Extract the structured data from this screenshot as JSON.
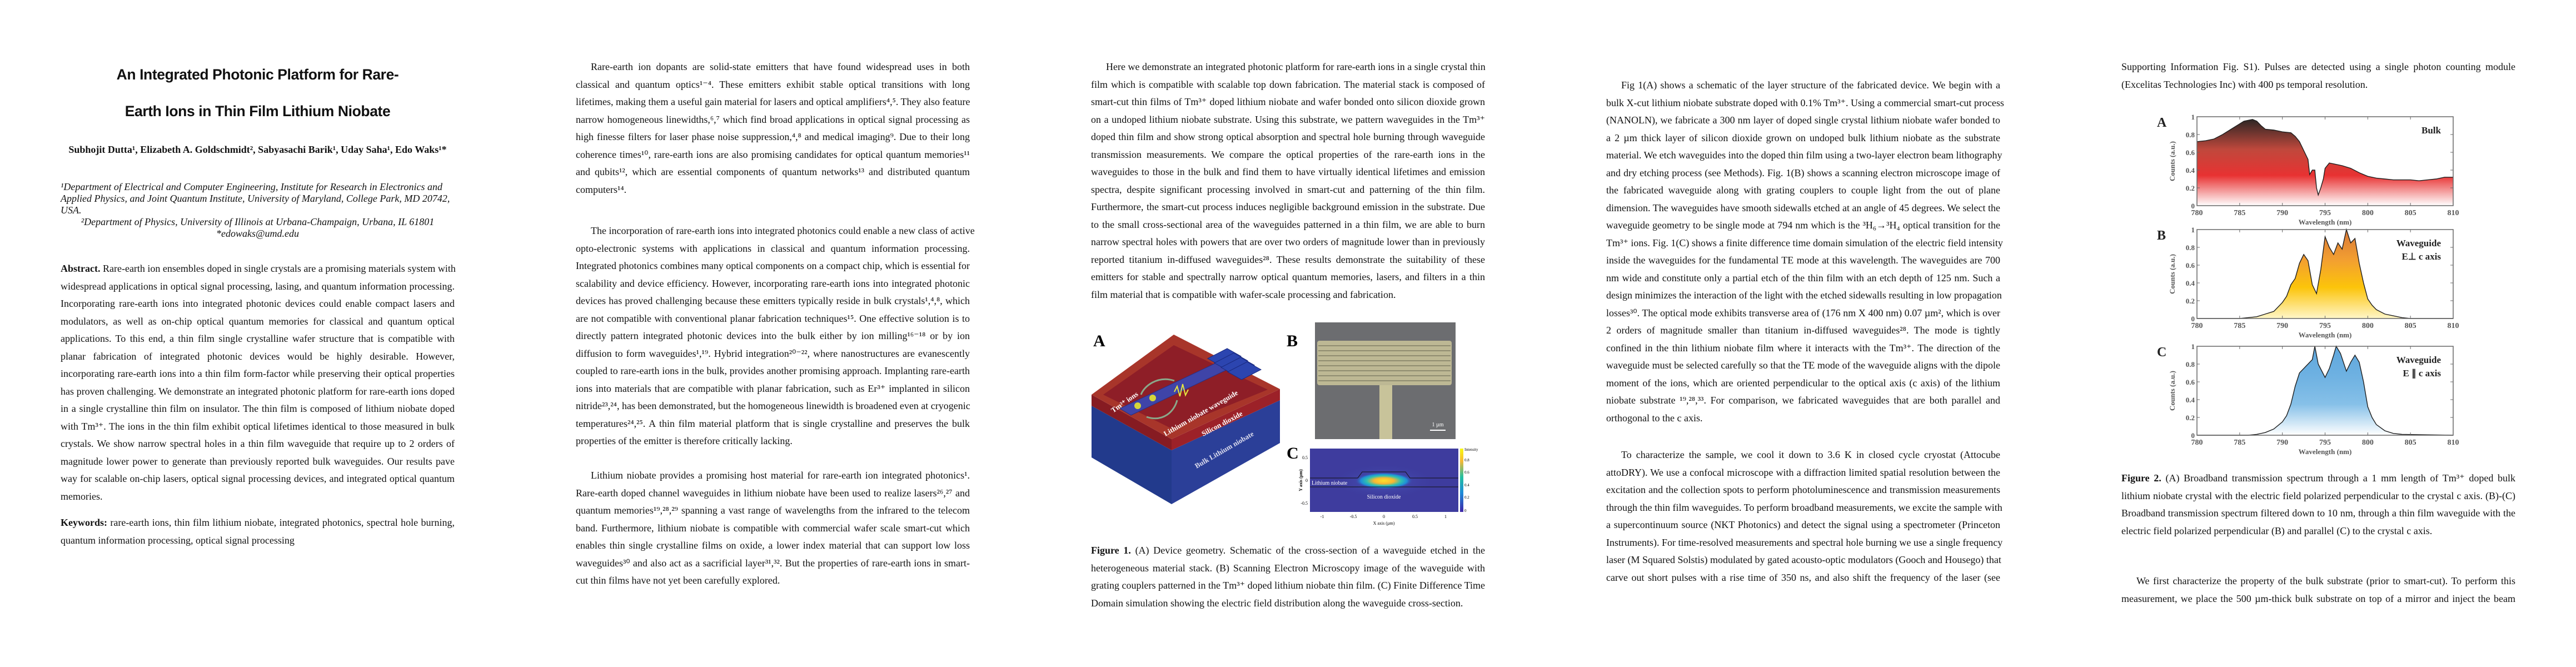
{
  "p1": {
    "title_lines": [
      "An Integrated Photonic Platform for Rare-",
      "Earth Ions in Thin Film Lithium Niobate"
    ],
    "authors": "Subhojit Dutta¹, Elizabeth A. Goldschmidt², Sabyasachi Barik¹, Uday Saha¹, Edo Waks¹*",
    "affiliation_1_lines": [
      "¹Department of Electrical and Computer Engineering, Institute for Research in Electronics and",
      "Applied Physics, and Joint Quantum Institute, University of Maryland, College Park, MD 20742,",
      "USA."
    ],
    "affiliation_2": "²Department of Physics, University of Illinois at Urbana-Champaign, Urbana, IL 61801",
    "email": "*edowaks@umd.edu",
    "abstract": {
      "label": "Abstract.",
      "lines": [
        "Rare-earth ion ensembles doped in single crystals are a promising materials system with",
        "widespread applications in optical signal processing, lasing, and quantum information processing.",
        "Incorporating rare-earth ions into integrated photonic devices could enable compact lasers and",
        "modulators, as well as on-chip optical quantum memories for classical and quantum optical",
        "applications. To this end, a thin film single crystalline wafer structure that is compatible with",
        "planar fabrication of integrated photonic devices would be highly desirable. However,",
        "incorporating rare-earth ions into a thin film form-factor while preserving their optical properties",
        "has proven challenging. We demonstrate an integrated photonic platform for rare-earth ions doped",
        "in a single crystalline thin film on insulator. The thin film is composed of lithium niobate doped",
        "with Tm³⁺. The ions in the thin film exhibit optical lifetimes identical to those measured in bulk",
        "crystals. We show narrow spectral holes in a thin film waveguide that require up to 2 orders of",
        "magnitude lower power to generate than previously reported bulk waveguides. Our results pave",
        "way for scalable on-chip lasers, optical signal processing devices, and integrated optical quantum",
        "memories."
      ]
    },
    "keywords": {
      "label": "Keywords:",
      "lines": [
        "rare-earth ions, thin film lithium niobate, integrated photonics, spectral hole burning,",
        "quantum information processing, optical signal processing"
      ]
    }
  },
  "p2": {
    "paragraphs": [
      [
        "Rare-earth ion dopants are solid-state emitters that have found widespread uses in both",
        "classical and quantum optics¹⁻⁴.  These emitters exhibit stable optical transitions with long",
        "lifetimes, making them a useful gain material for lasers and optical amplifiers⁴,⁵. They also feature",
        "narrow homogeneous linewidths,⁶,⁷ which find broad applications in optical signal processing as",
        "high finesse filters for laser phase noise suppression,⁴,⁸ and medical imaging⁹. Due to their long",
        "coherence times¹⁰, rare-earth ions are also promising candidates for optical quantum memories¹¹",
        "and qubits¹², which are essential components of quantum networks¹³ and distributed quantum",
        "computers¹⁴."
      ],
      [
        "The incorporation of rare-earth ions into integrated photonics could enable a new class of active",
        "opto-electronic systems with applications in classical and quantum information processing.",
        "Integrated photonics combines many optical components on a compact chip, which is essential for",
        "scalability and device efficiency.  However, incorporating rare-earth ions into integrated photonic",
        "devices has proved challenging because these emitters typically reside in bulk crystals¹,⁴,⁸, which",
        "are not compatible with conventional planar fabrication techniques¹⁵. One effective solution is to",
        "directly pattern integrated photonic devices into the bulk either by ion milling¹⁶⁻¹⁸ or by ion",
        "diffusion to form waveguides¹,¹⁹.  Hybrid integration²⁰⁻²²,  where nanostructures are evanescently",
        "coupled to rare-earth ions in the bulk, provides another promising approach. Implanting rare-earth",
        "ions into materials that are compatible with planar fabrication, such as Er³⁺ implanted in silicon",
        "nitride²³,²⁴, has been demonstrated, but the homogeneous linewidth is broadened even at cryogenic",
        "temperatures²⁴,²⁵. A thin film material platform that is single crystalline and preserves the bulk",
        "properties of the emitter is therefore critically lacking."
      ],
      [
        "Lithium niobate provides a promising host material for rare-earth ion integrated photonics¹.",
        "Rare-earth doped channel waveguides in lithium niobate have been used to realize lasers²⁶,²⁷ and",
        "quantum memories¹⁹,²⁸,²⁹ spanning a vast range of wavelengths from the infrared to the telecom",
        "band. Furthermore, lithium niobate is compatible with commercial wafer scale smart-cut which",
        "enables thin single crystalline films on oxide, a lower index material that can support low loss",
        "waveguides³⁰ and also act as a sacrificial layer³¹,³².  But the properties of rare-earth ions in smart-",
        "cut thin films have not yet been carefully explored."
      ]
    ]
  },
  "p3": {
    "paragraph": [
      "Here we demonstrate an integrated photonic platform for rare-earth ions in a single crystal thin",
      "film which is compatible with scalable top down fabrication. The material stack is composed of",
      "smart-cut thin films of Tm³⁺ doped lithium niobate and wafer bonded onto silicon dioxide grown",
      "on a undoped lithium niobate substrate.  Using this substrate, we pattern waveguides in the Tm³⁺",
      "doped thin film and show strong optical absorption and spectral hole burning through waveguide",
      "transmission measurements. We compare the optical properties of the rare-earth ions in the",
      "waveguides to those in the bulk and find them to have virtually identical lifetimes and emission",
      "spectra, despite significant processing involved in smart-cut and patterning of the thin film.",
      "Furthermore, the smart-cut process induces negligible background emission in the substrate. Due",
      "to the small cross-sectional area of the waveguides patterned in a thin film, we are able to burn",
      "narrow spectral holes with powers that are over two orders of magnitude lower than in previously",
      "reported titanium in-diffused waveguides²⁸.   These results demonstrate the suitability of these",
      "emitters for stable and spectrally narrow optical quantum memories, lasers, and filters in a thin",
      "film material that is compatible with wafer-scale processing and fabrication."
    ],
    "figure1": {
      "panel_a": "A",
      "panel_b": "B",
      "panel_c": "C",
      "label_tm_ions": "Tm³⁺ ions",
      "label_waveguide": "Lithium niobate waveguide",
      "label_sio2": "Silicon dioxide",
      "label_bulk": "Bulk Lithium niobate",
      "scale_bar": "1 µm",
      "sim": {
        "label_ln": "Lithium niobate",
        "label_sio2": "Silicon dioxide",
        "ylabel": "Y axis (µm)",
        "xlabel": "X axis (µm)",
        "yticks": [
          "0.5",
          "0",
          "-0.5"
        ],
        "xticks": [
          "-1",
          "-0.5",
          "0",
          "0.5",
          "1"
        ],
        "colorbar_label": "Intensity",
        "colorbar_ticks": [
          "0.8",
          "0.6",
          "0.4",
          "0.2",
          "0"
        ]
      },
      "caption": {
        "label": "Figure 1.",
        "lines": [
          "(A) Device geometry. Schematic of the cross-section of a waveguide etched in the",
          "heterogeneous material stack. (B) Scanning Electron Microscopy image of the waveguide with",
          "grating couplers patterned in the Tm³⁺ doped lithium niobate thin film. (C) Finite Difference Time",
          "Domain simulation showing the electric field distribution along the waveguide cross-section."
        ]
      }
    }
  },
  "p4": {
    "paragraphs": [
      [
        "Fig 1(A) shows a schematic of the layer structure of the fabricated device. We begin with a",
        "bulk X-cut lithium niobate substrate doped with 0.1% Tm³⁺. Using a commercial smart-cut process",
        "(NANOLN), we fabricate a 300 nm layer of doped single crystal lithium niobate wafer bonded to",
        "a 2 µm thick layer of silicon dioxide grown on undoped bulk lithium niobate as the substrate",
        "material. We etch waveguides into the doped thin film using a two-layer electron beam lithography",
        "and dry etching process (see Methods). Fig. 1(B) shows a scanning electron microscope image of",
        "the fabricated waveguide along with grating couplers to couple light from the out of plane",
        "dimension. The waveguides have smooth sidewalls etched at an angle of 45 degrees. We select the",
        "waveguide geometry to be single mode at 794 nm which is the ³H₆→³H₄ optical transition for the",
        "Tm³⁺ ions. Fig. 1(C) shows a finite difference time domain simulation of the electric field intensity",
        "inside the waveguides for the fundamental TE mode at this wavelength. The waveguides are 700",
        "nm wide and constitute only a partial etch of the thin film with an etch depth of 125 nm. Such a",
        "design minimizes the interaction of the light with the etched sidewalls resulting in low propagation",
        "losses³⁰. The optical mode exhibits  transverse area of (176 nm X 400 nm) 0.07 µm², which is over",
        "2 orders of magnitude smaller than titanium in-diffused waveguides²⁸. The mode is tightly",
        "confined in the thin lithium niobate film where it interacts with the Tm³⁺.  The direction of the",
        "waveguide must be selected carefully so that the TE mode of the waveguide aligns with the dipole",
        "moment of the ions, which are oriented perpendicular to the optical axis (c axis) of the lithium",
        "niobate substrate ¹⁹,²⁸,³³. For comparison, we fabricated waveguides that are both parallel and",
        "orthogonal to the c axis."
      ],
      [
        "To characterize the sample, we cool it down to 3.6 K in closed cycle cryostat (Attocube",
        "attoDRY). We use a confocal microscope with a diffraction limited spatial resolution between the",
        "excitation and the collection spots to perform photoluminescence and transmission measurements",
        "through the thin film waveguides. To perform broadband measurements, we excite the sample with",
        "a supercontinuum source (NKT Photonics) and detect the signal using a spectrometer (Princeton",
        "Instruments). For time-resolved measurements and spectral hole burning we use a single frequency",
        "laser (M Squared Solstis) modulated by gated acousto-optic modulators (Gooch and Housego) that",
        "carve out short pulses with a rise time of 350 ns, and also shift the frequency of the laser (see"
      ]
    ]
  },
  "p5": {
    "continuation": [
      "Supporting Information Fig. S1). Pulses are detected using a single photon counting module",
      "(Excelitas Technologies Inc) with 400 ps temporal resolution."
    ],
    "caption": {
      "label": "Figure 2.",
      "lines": [
        "(A) Broadband transmission spectrum through a 1 mm length of Tm³⁺ doped bulk",
        "lithium niobate crystal with the electric field polarized perpendicular to the crystal c axis. (B)-(C)",
        "Broadband transmission spectrum filtered down to 10 nm, through a thin film waveguide with the",
        "electric field polarized perpendicular (B) and parallel (C) to the crystal c axis."
      ]
    },
    "paragraph": [
      "We first characterize the property of the bulk substrate (prior to smart-cut).  To perform this",
      "measurement, we place the 500 µm-thick bulk substrate on top of a mirror and inject the beam"
    ]
  },
  "chart_data": [
    {
      "type": "area",
      "panel": "A",
      "annotation": [
        "Bulk"
      ],
      "xlabel": "Wavelength (nm)",
      "ylabel": "Counts (a.u.)",
      "xlim": [
        780,
        810
      ],
      "ylim": [
        0,
        1
      ],
      "xticks": [
        780,
        785,
        790,
        795,
        800,
        805,
        810
      ],
      "yticks": [
        0,
        0.2,
        0.4,
        0.6,
        0.8,
        1
      ],
      "gradient": [
        "#2e2624",
        "#c0483c",
        "#e83232",
        "#ffffff"
      ],
      "x": [
        780,
        781,
        782,
        783,
        784,
        785,
        785.5,
        786,
        786.5,
        787,
        787.5,
        788,
        789,
        790,
        791,
        791.5,
        792,
        792.5,
        793,
        793.2,
        793.5,
        793.8,
        794,
        794.2,
        794.5,
        794.8,
        795,
        795.5,
        796,
        797,
        798,
        799,
        800,
        801,
        802,
        803,
        804,
        805,
        806,
        807,
        808,
        809,
        810
      ],
      "y": [
        0.72,
        0.73,
        0.75,
        0.8,
        0.86,
        0.92,
        0.95,
        0.96,
        0.97,
        0.95,
        0.9,
        0.86,
        0.85,
        0.83,
        0.82,
        0.78,
        0.72,
        0.62,
        0.52,
        0.35,
        0.4,
        0.4,
        0.2,
        0.12,
        0.2,
        0.3,
        0.42,
        0.48,
        0.47,
        0.45,
        0.42,
        0.37,
        0.33,
        0.31,
        0.3,
        0.29,
        0.29,
        0.29,
        0.28,
        0.29,
        0.3,
        0.32,
        0.32
      ]
    },
    {
      "type": "area",
      "panel": "B",
      "annotation": [
        "Waveguide",
        "E⊥ c axis"
      ],
      "xlabel": "Wavelength (nm)",
      "ylabel": "Counts (a.u.)",
      "xlim": [
        780,
        810
      ],
      "ylim": [
        0,
        1
      ],
      "xticks": [
        780,
        785,
        790,
        795,
        800,
        805,
        810
      ],
      "yticks": [
        0,
        0.2,
        0.4,
        0.6,
        0.8,
        1
      ],
      "gradient": [
        "#d8783a",
        "#f3a030",
        "#fcc40a",
        "#fff6c8"
      ],
      "x": [
        780,
        785,
        786,
        787,
        788,
        789,
        790,
        790.5,
        791,
        791.5,
        792,
        792.5,
        793,
        793.5,
        794,
        794.5,
        795,
        795.5,
        796,
        796.5,
        797,
        797.5,
        798,
        798.5,
        799,
        799.5,
        800,
        800.5,
        801,
        802,
        803,
        804,
        805,
        810
      ],
      "y": [
        0,
        0,
        0.01,
        0.02,
        0.05,
        0.08,
        0.18,
        0.25,
        0.38,
        0.45,
        0.62,
        0.72,
        0.65,
        0.38,
        0.28,
        0.55,
        0.92,
        0.8,
        0.72,
        0.85,
        0.78,
        1.0,
        0.85,
        0.9,
        0.62,
        0.4,
        0.22,
        0.15,
        0.1,
        0.05,
        0.03,
        0.01,
        0,
        0
      ]
    },
    {
      "type": "area",
      "panel": "C",
      "annotation": [
        "Waveguide",
        "E ∥ c axis"
      ],
      "xlabel": "Wavelength (nm)",
      "ylabel": "Counts (a.u.)",
      "xlim": [
        780,
        810
      ],
      "ylim": [
        0,
        1
      ],
      "xticks": [
        780,
        785,
        790,
        795,
        800,
        805,
        810
      ],
      "yticks": [
        0,
        0.2,
        0.4,
        0.6,
        0.8,
        1
      ],
      "gradient": [
        "#5ea6dc",
        "#6fb2e2",
        "#86c0e8",
        "#ffffff"
      ],
      "x": [
        780,
        786,
        787,
        788,
        789,
        790,
        790.5,
        791,
        791.5,
        792,
        792.5,
        793,
        793.5,
        793.8,
        794.2,
        795,
        795.5,
        796,
        796.3,
        796.8,
        797.5,
        798,
        798.5,
        799,
        799.5,
        800,
        800.5,
        801,
        802,
        803,
        804,
        810
      ],
      "y": [
        0,
        0,
        0.01,
        0.03,
        0.07,
        0.15,
        0.22,
        0.35,
        0.55,
        0.7,
        0.75,
        0.8,
        0.85,
        1.0,
        0.8,
        0.65,
        0.75,
        0.9,
        1.0,
        0.92,
        0.72,
        0.82,
        0.9,
        0.82,
        0.6,
        0.32,
        0.2,
        0.12,
        0.05,
        0.02,
        0.01,
        0
      ]
    }
  ]
}
